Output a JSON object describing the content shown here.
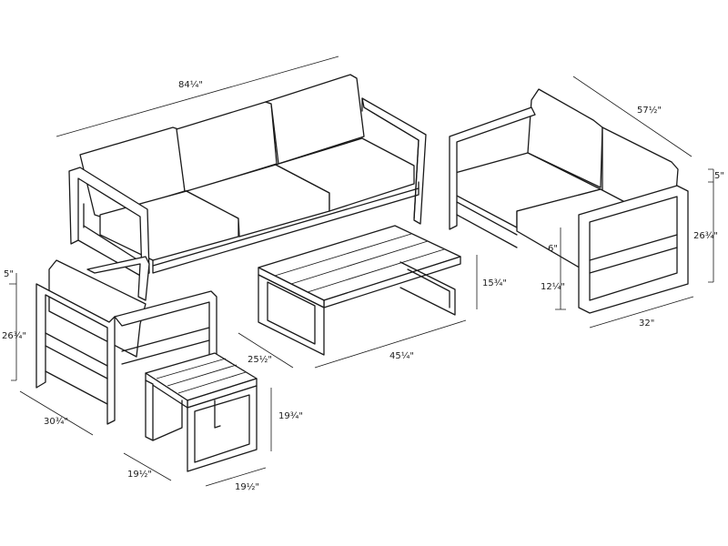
{
  "labels": {
    "sofa_length": "84¼\"",
    "loveseat_length": "57½\"",
    "loveseat_depth": "32\"",
    "loveseat_height": "26¾\"",
    "loveseat_arm_offset": "5\"",
    "loveseat_seat_cushion": "6\"",
    "loveseat_seat_height": "12¼\"",
    "table_height": "15¾\"",
    "table_depth": "25½\"",
    "table_length": "45¼\"",
    "chair_arm_offset": "5\"",
    "chair_height": "26¾\"",
    "chair_depth": "30¾\"",
    "side_table_height": "19¾\"",
    "side_table_depth": "19½\"",
    "side_table_width": "19½\""
  }
}
